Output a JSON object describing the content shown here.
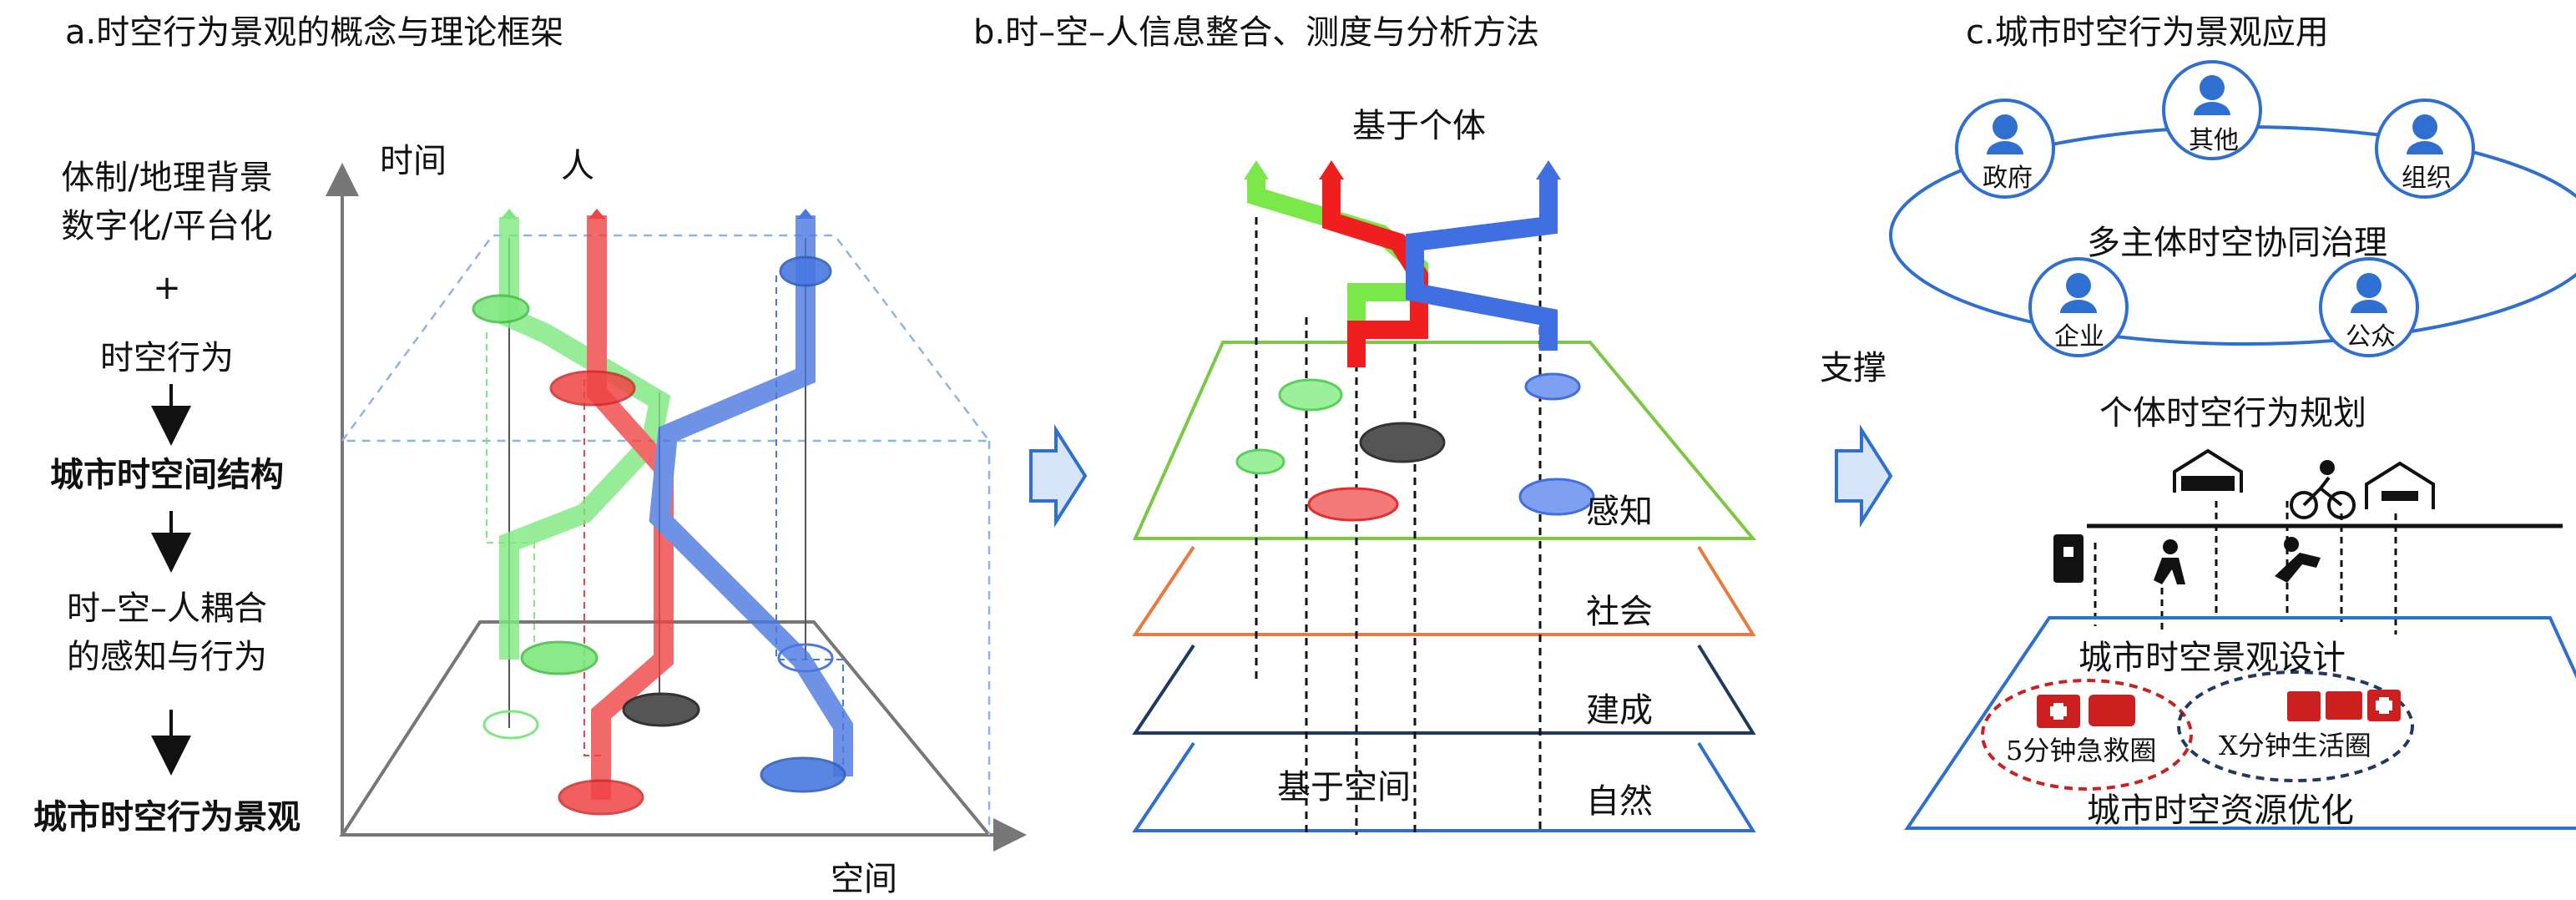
{
  "panel_a": {
    "title": "a.时空行为景观的概念与理论框架",
    "flow": [
      "体制/地理背景",
      "数字化/平台化",
      "+",
      "时空行为",
      "城市时空间结构",
      "时–空–人耦合",
      "的感知与行为",
      "城市时空行为景观"
    ],
    "axis_time": "时间",
    "axis_person": "人",
    "axis_space": "空间"
  },
  "panel_b": {
    "title": "b.时–空–人信息整合、测度与分析方法",
    "top_label": "基于个体",
    "layers": [
      "感知",
      "社会",
      "建成",
      "自然"
    ],
    "bottom_label": "基于空间"
  },
  "panel_c": {
    "title": "c.城市时空行为景观应用",
    "support": "支撑",
    "actors": [
      "政府",
      "其他",
      "组织",
      "企业",
      "公众"
    ],
    "governance": "多主体时空协同治理",
    "planning": "个体时空行为规划",
    "design": "城市时空景观设计",
    "circle_5min": "5分钟急救圈",
    "circle_x": "X分钟生活圈",
    "resource": "城市时空资源优化"
  },
  "colors": {
    "green": "#7ee87e",
    "red": "#f04444",
    "blue": "#4a78e0",
    "gray": "#555555",
    "frame": "#2f6fd0"
  }
}
